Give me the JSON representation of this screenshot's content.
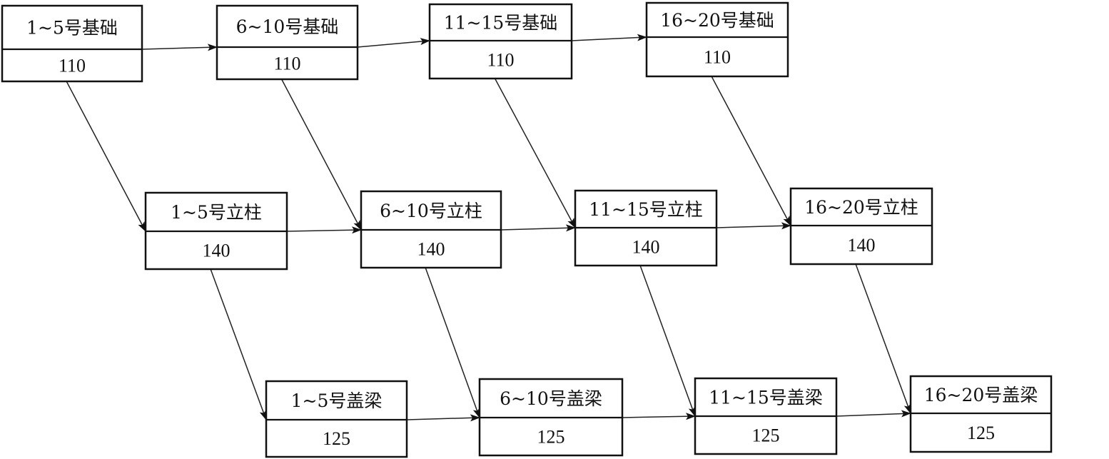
{
  "rows": [
    {
      "key": "foundation",
      "tasks": [
        {
          "name": "1~5号基础",
          "duration": "110"
        },
        {
          "name": "6~10号基础",
          "duration": "110"
        },
        {
          "name": "11~15号基础",
          "duration": "110"
        },
        {
          "name": "16~20号基础",
          "duration": "110"
        }
      ]
    },
    {
      "key": "column",
      "tasks": [
        {
          "name": "1~5号立柱",
          "duration": "140"
        },
        {
          "name": "6~10号立柱",
          "duration": "140"
        },
        {
          "name": "11~15号立柱",
          "duration": "140"
        },
        {
          "name": "16~20号立柱",
          "duration": "140"
        }
      ]
    },
    {
      "key": "capbeam",
      "tasks": [
        {
          "name": "1~5号盖梁",
          "duration": "125"
        },
        {
          "name": "6~10号盖梁",
          "duration": "125"
        },
        {
          "name": "11~15号盖梁",
          "duration": "125"
        },
        {
          "name": "16~20号盖梁",
          "duration": "125"
        }
      ]
    }
  ],
  "colors": {
    "line": "#111111",
    "background": "#ffffff"
  }
}
